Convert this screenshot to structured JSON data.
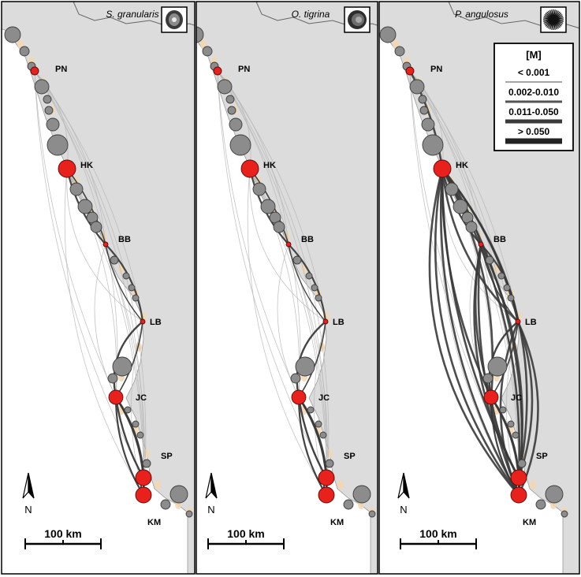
{
  "panels": [
    {
      "species": "S. granularis",
      "icon": "limpet-shell-icon",
      "connectivity_level": "low"
    },
    {
      "species": "O. tigrina",
      "icon": "snail-shell-icon",
      "connectivity_level": "low"
    },
    {
      "species": "P. angulosus",
      "icon": "sea-urchin-icon",
      "connectivity_level": "high"
    }
  ],
  "sites": [
    "PN",
    "HK",
    "BB",
    "LB",
    "JC",
    "SP",
    "KM"
  ],
  "north_label": "N",
  "scale_bar_label": "100 km",
  "legend": {
    "title": "[M]",
    "items": [
      {
        "label": "< 0.001"
      },
      {
        "label": "0.002-0.010"
      },
      {
        "label": "0.011-0.050"
      },
      {
        "label": "> 0.050"
      }
    ]
  },
  "colors": {
    "land": "#dcdcdc",
    "sea": "#ffffff",
    "node_gray": "#8c8c8c",
    "node_red": "#e8211d",
    "edge": "#3a3a3a",
    "coast_sand": "#f3d7b0"
  }
}
